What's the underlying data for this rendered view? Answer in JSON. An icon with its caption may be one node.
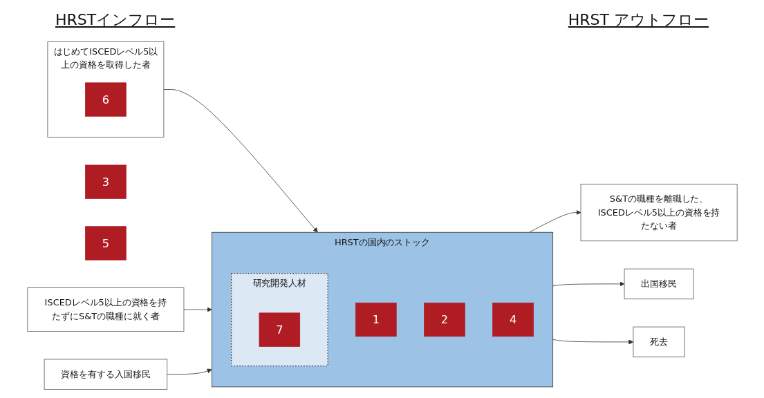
{
  "diagram": {
    "nodes": [
      {
        "text": [
          "はじめてISCEDレベル5以上の資格を取得した者"
        ]
      },
      {
        "text": [
          "6"
        ],
        "in": 0
      },
      {
        "text": [
          "HRSTの国内のストック"
        ]
      },
      {
        "text": [
          "3"
        ]
      },
      {
        "text": [
          "5"
        ]
      },
      {
        "text": [
          "1"
        ],
        "in": 2
      },
      {
        "text": [
          "2"
        ],
        "in": 2
      },
      {
        "text": [
          "4"
        ],
        "in": 2
      },
      {
        "text": [
          "研究開発人材"
        ],
        "in": 2
      },
      {
        "text": [
          "7"
        ],
        "in": 8
      },
      {
        "text": [
          "ISCEDレベル5以上の資格を持たずにS&Tの職種に就く者"
        ]
      },
      {
        "text": [
          "資格を有する入国移民"
        ]
      },
      {
        "text": [
          "S&Tの職種を離職した、ISCEDレベル5以上の資格を持たない者"
        ]
      },
      {
        "text": [
          "出国移民"
        ]
      },
      {
        "text": [
          "死去"
        ]
      }
    ],
    "edges": [
      {
        "from": 0,
        "to": 2,
        "arrow": "to"
      },
      {
        "from": 10,
        "to": 2,
        "arrow": "to"
      },
      {
        "from": 11,
        "to": 2,
        "arrow": "to"
      },
      {
        "from": 2,
        "to": 12,
        "arrow": "to"
      },
      {
        "from": 2,
        "to": 13,
        "arrow": "to"
      },
      {
        "from": 2,
        "to": 14,
        "arrow": "to"
      }
    ],
    "labels": [
      "HRSTインフロー",
      "HRST アウトフロー"
    ]
  }
}
